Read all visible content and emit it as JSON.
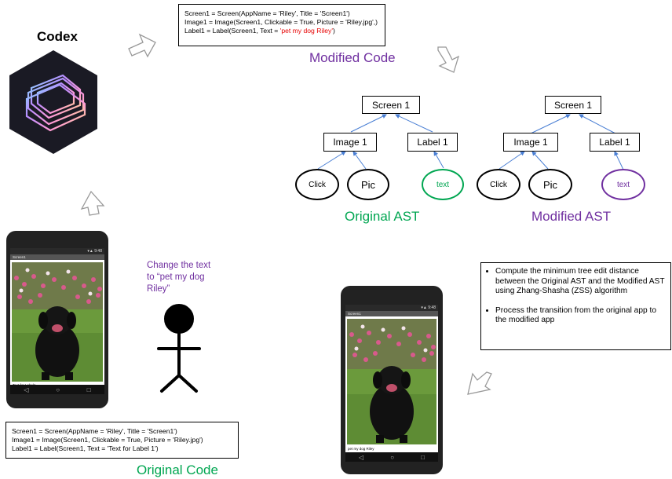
{
  "codex": {
    "title": "Codex"
  },
  "modified_code": {
    "line1": "Screen1 = Screen(AppName = 'Riley', Title = 'Screen1')",
    "line2": "Image1 = Image(Screen1, Clickable = True, Picture = 'Riley.jpg',)",
    "line3_prefix": "Label1 = Label(Screen1, Text = ",
    "line3_value": "'pet my dog Riley'",
    "line3_suffix": ")",
    "caption": "Modified Code"
  },
  "original_ast": {
    "root": "Screen 1",
    "image": "Image 1",
    "label": "Label 1",
    "click": "Click",
    "pic": "Pic",
    "text": "text",
    "caption": "Original AST"
  },
  "modified_ast": {
    "root": "Screen 1",
    "image": "Image 1",
    "label": "Label 1",
    "click": "Click",
    "pic": "Pic",
    "text": "text",
    "caption": "Modified AST"
  },
  "instruction": {
    "text": "Change the text\nto “pet my dog\nRiley”"
  },
  "original_code": {
    "line1": "Screen1 = Screen(AppName = 'Riley', Title = 'Screen1')",
    "line2": "Image1 = Image(Screen1, Clickable = True, Picture = 'Riley.jpg')",
    "line3": "Label1 = Label(Screen1, Text = 'Text for Label 1')",
    "caption": "Original Code"
  },
  "notes": {
    "item1": "Compute the minimum tree edit distance between the Original AST and the Modified AST using Zhang-Shasha (ZSS) algorithm",
    "item2": "Process the transition from the original app to the modified app"
  },
  "phone_original": {
    "time": "9:48",
    "title": "Screen1",
    "label": "Text for Label1"
  },
  "phone_modified": {
    "time": "9:48",
    "title": "Screen1",
    "label": "pet my dog Riley"
  },
  "colors": {
    "purple": "#7030a0",
    "green": "#00a651",
    "red": "#e60000",
    "edge_blue": "#4a7fd4"
  }
}
